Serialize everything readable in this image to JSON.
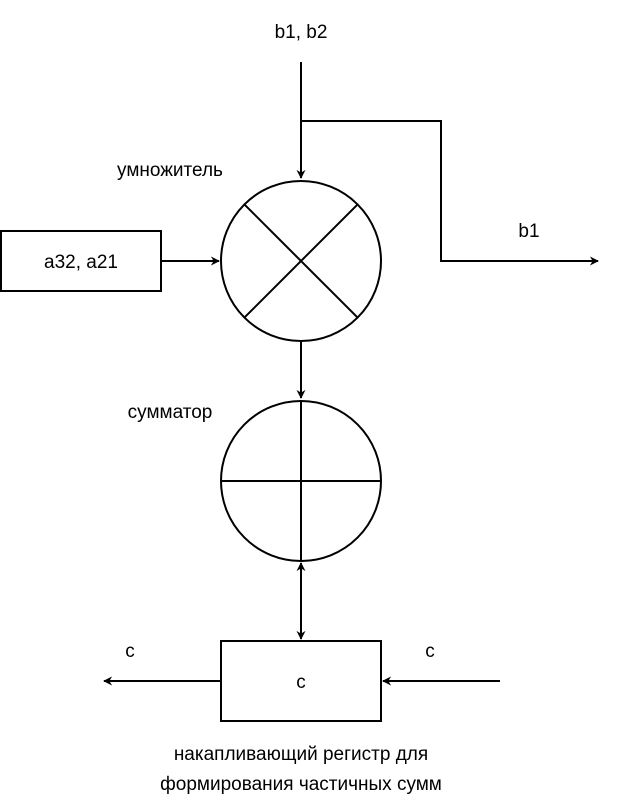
{
  "labels": {
    "top_input": "b1, b2",
    "multiplier": "умножитель",
    "output_right": "b1",
    "left_input_box": "a32, a21",
    "adder": "сумматор",
    "register_box": "c",
    "left_output": "c",
    "right_input": "c",
    "caption_line1": "накапливающий регистр для",
    "caption_line2": "формирования частичных сумм"
  },
  "colors": {
    "stroke": "#000000",
    "fill": "#ffffff"
  }
}
